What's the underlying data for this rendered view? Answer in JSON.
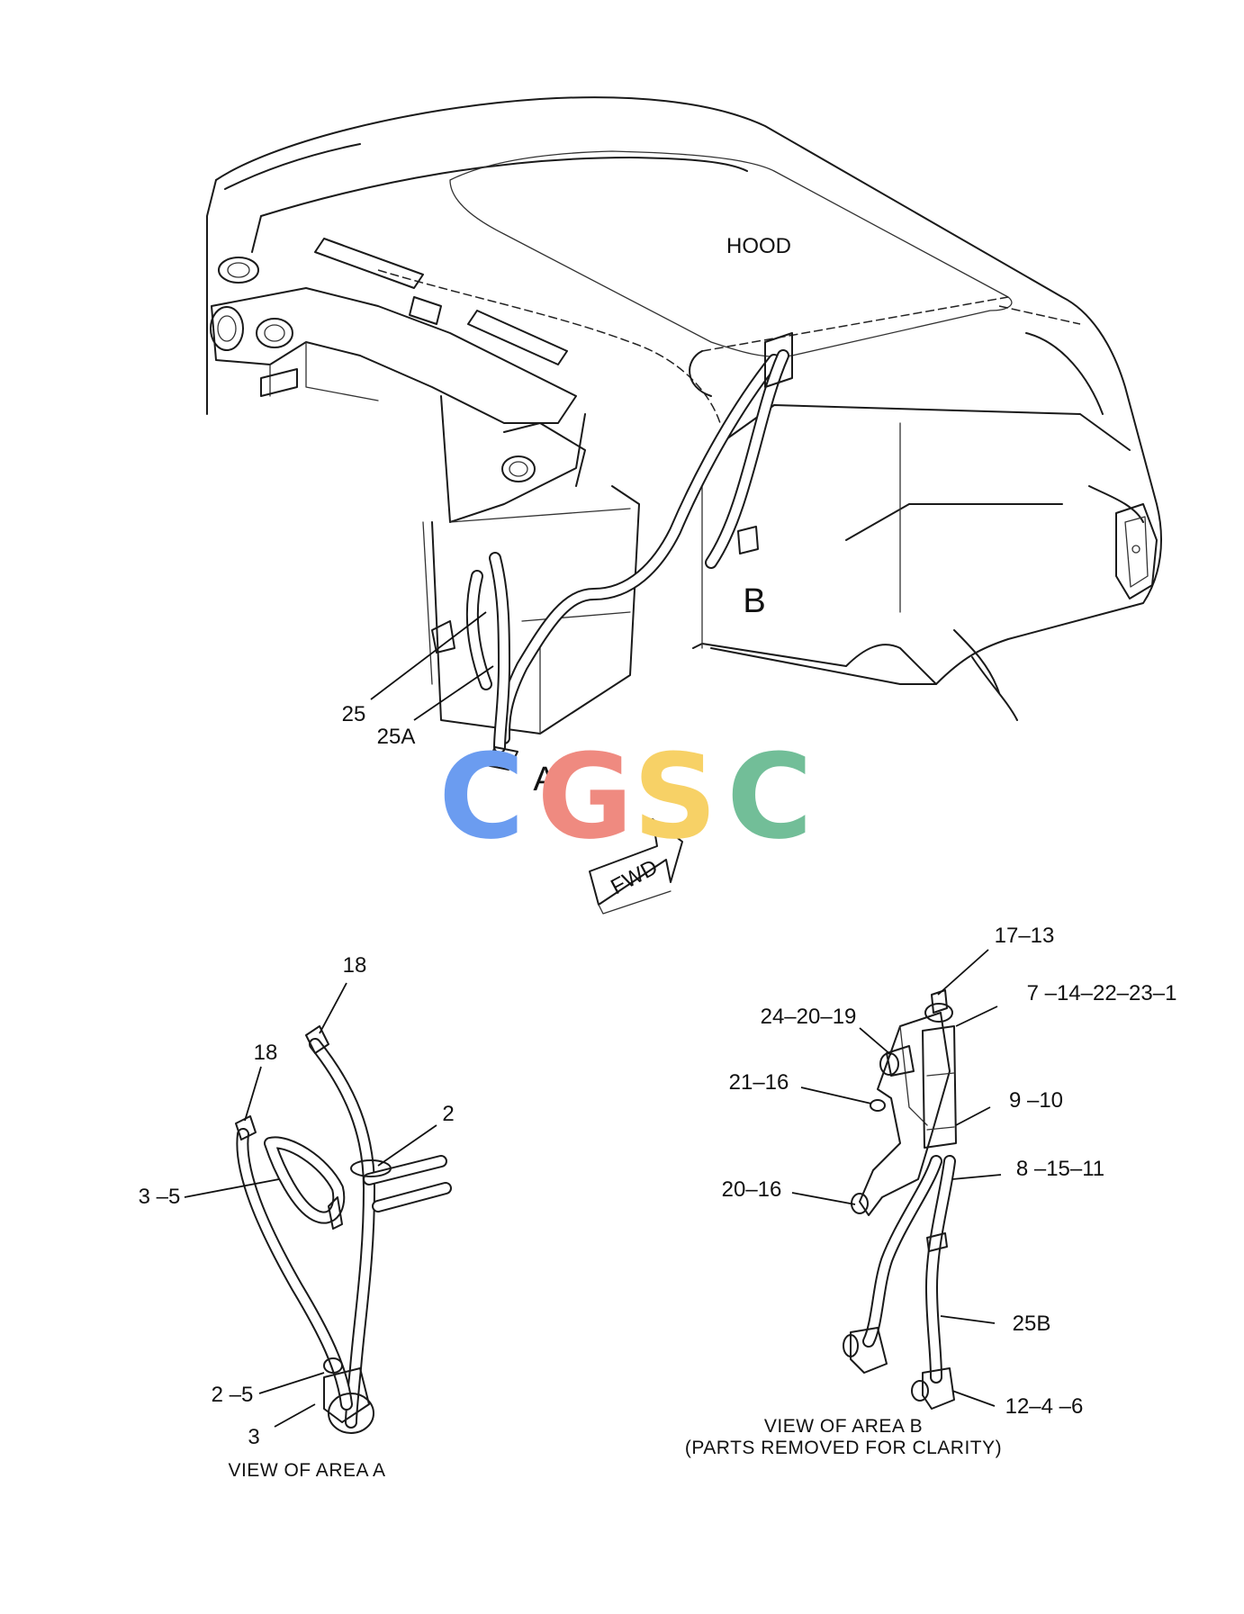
{
  "main_view": {
    "hood_label": "HOOD",
    "area_a_marker": "A",
    "area_b_marker": "B",
    "callouts": [
      "25",
      "25A"
    ],
    "fwd_arrow_label": "FWD"
  },
  "watermark": {
    "letters": [
      "C",
      "G",
      "S",
      "C"
    ],
    "colors": [
      "#6b9cf0",
      "#ef8a80",
      "#f7d166",
      "#72be98"
    ]
  },
  "view_a": {
    "caption": "VIEW OF AREA  A",
    "callouts": [
      "18",
      "18",
      "2",
      "3 –5",
      "2 –5",
      "3"
    ]
  },
  "view_b": {
    "caption_line1": "VIEW OF AREA  B",
    "caption_line2": "(PARTS REMOVED FOR CLARITY)",
    "callouts": [
      "17–13",
      "7 –14–22–23–1",
      "24–20–19",
      "21–16",
      "9 –10",
      "8 –15–11",
      "20–16",
      "25B",
      "12–4 –6"
    ]
  }
}
